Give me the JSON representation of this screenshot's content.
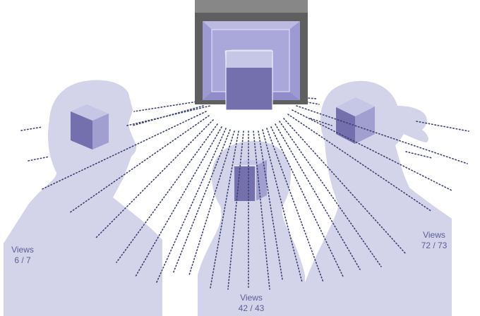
{
  "colors": {
    "silhouette": "#d3d3ea",
    "cube_front": "#7470ad",
    "cube_top": "#c6c6e6",
    "cube_side": "#a09fd0",
    "display_frame": "#5f5f5f",
    "display_frame_top": "#878787",
    "display_screen": "#aaa7da",
    "dots": "#3b4270",
    "label_text": "#5b5f95"
  },
  "labels": {
    "left": {
      "title": "Views",
      "value": "6 / 7"
    },
    "center": {
      "title": "Views",
      "value": "42 / 43"
    },
    "right": {
      "title": "Views",
      "value": "72 / 73"
    }
  }
}
